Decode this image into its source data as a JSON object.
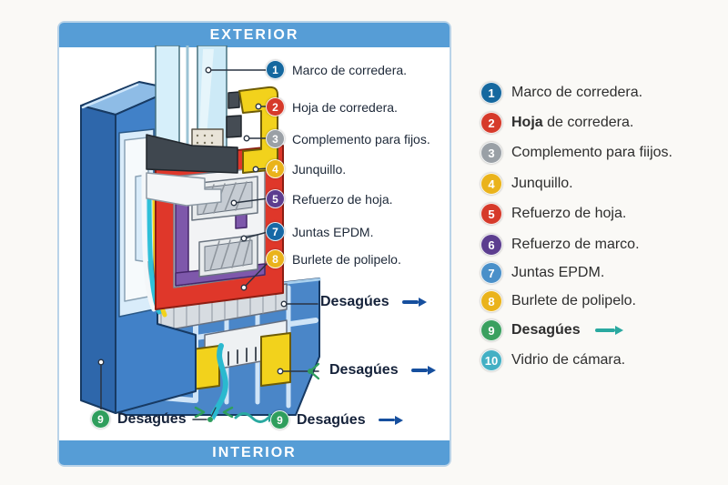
{
  "banners": {
    "top": "EXTERIOR",
    "bottom": "INTERIOR"
  },
  "callouts": [
    {
      "num": "1",
      "label": "Marco de corredera.",
      "color": "#15689f"
    },
    {
      "num": "2",
      "label": "Hoja de corredera.",
      "color": "#d63a2a"
    },
    {
      "num": "3",
      "label": "Complemento para fijos.",
      "color": "#9aa0a6"
    },
    {
      "num": "4",
      "label": "Junquillo.",
      "color": "#eab31b"
    },
    {
      "num": "5",
      "label": "Refuerzo de hoja.",
      "color": "#5c3d8f"
    },
    {
      "num": "7",
      "label": "Juntas EPDM.",
      "color": "#1769a6"
    },
    {
      "num": "8",
      "label": "Burlete de polipelo.",
      "color": "#eab31b"
    }
  ],
  "drains": {
    "num": "9",
    "label": "Desagúes",
    "badge_color": "#2f9e5d",
    "arrow_color": "#164f9e",
    "squiggle_color": "#2aa9a0",
    "dot_color": "#2f9e5d"
  },
  "legend": {
    "items": [
      {
        "num": "1",
        "bold": "",
        "rest": "Marco de corredera.",
        "color": "#15689f"
      },
      {
        "num": "2",
        "bold": "Hoja",
        "rest": " de corredera.",
        "color": "#d63a2a"
      },
      {
        "num": "3",
        "bold": "",
        "rest": "Complemento para fiijos.",
        "color": "#9aa0a6"
      },
      {
        "num": "4",
        "bold": "",
        "rest": "Junquillo.",
        "color": "#eab31b"
      },
      {
        "num": "5",
        "bold": "",
        "rest": "Refuerzo de hoja.",
        "color": "#d63a2a"
      },
      {
        "num": "6",
        "bold": "",
        "rest": "Refuerzo de marco.",
        "color": "#5c3d8f"
      },
      {
        "num": "7",
        "bold": "",
        "rest": "Juntas EPDM.",
        "color": "#4a90c9"
      },
      {
        "num": "8",
        "bold": "",
        "rest": "Burlete de polipelo.",
        "color": "#eab31b"
      },
      {
        "num": "9",
        "bold": "Desagúes",
        "rest": "",
        "color": "#3aa05f"
      },
      {
        "num": "10",
        "bold": "",
        "rest": "Vidrio de cámara.",
        "color": "#43b0c4"
      }
    ]
  }
}
